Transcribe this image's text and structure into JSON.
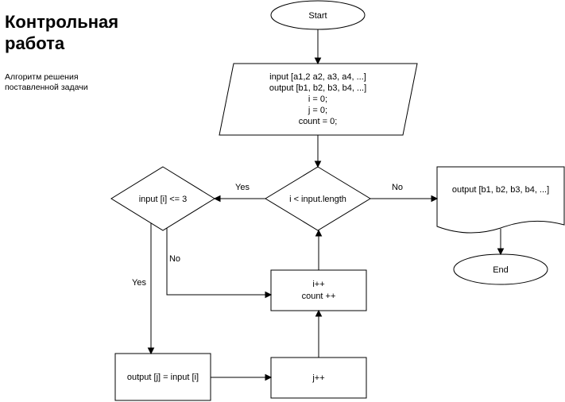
{
  "header": {
    "title_line1": "Контрольная",
    "title_line2": "работа",
    "subtitle_line1": "Алгоритм решения",
    "subtitle_line2": "поставленной задачи"
  },
  "flowchart": {
    "start": "Start",
    "input_block": {
      "lines": [
        "input [a1,2 a2, a3, a4, ...]",
        "output [b1, b2, b3, b4, ...]",
        "i = 0;",
        "j = 0;",
        "count = 0;"
      ]
    },
    "loop_condition": "i < input.length",
    "check_condition": "input [i] <= 3",
    "assign_block": "output [j] = input [i]",
    "increment_j": "j++",
    "increment_block": {
      "lines": [
        "i++",
        "count ++"
      ]
    },
    "output_block": "output [b1, b2, b3, b4, ...]",
    "end": "End",
    "labels": {
      "yes_left": "Yes",
      "no_right": "No",
      "no_down": "No",
      "yes_down": "Yes"
    }
  }
}
